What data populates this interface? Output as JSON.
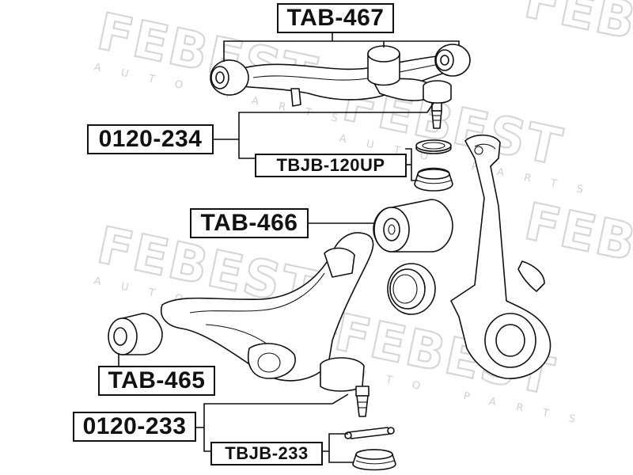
{
  "watermark": {
    "brand": "FEBEST",
    "tagline": "AUTO PARTS"
  },
  "labels": {
    "tab_467": "TAB-467",
    "part_0120_234": "0120-234",
    "tbjb_120up": "TBJB-120UP",
    "tab_466": "TAB-466",
    "tab_465": "TAB-465",
    "part_0120_233": "0120-233",
    "tbjb_233": "TBJB-233"
  }
}
